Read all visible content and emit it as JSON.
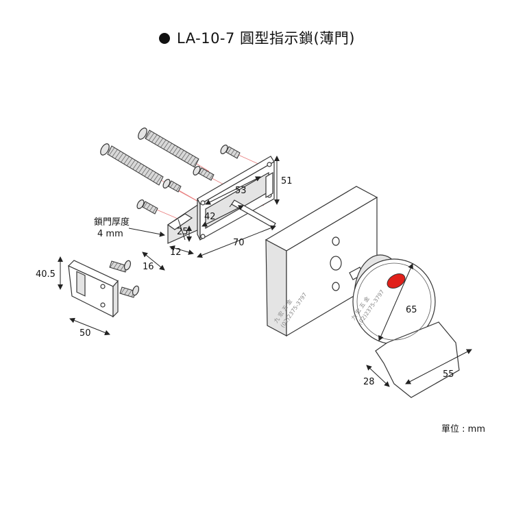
{
  "title": {
    "text": "LA-10-7 圓型指示鎖(薄門)"
  },
  "dimensions": {
    "d51": "51",
    "d53": "53",
    "d42": "42",
    "d25": "25",
    "d12": "12",
    "d70": "70",
    "d16": "16",
    "d40_5": "40.5",
    "d50": "50",
    "d65": "65",
    "d28": "28",
    "d55": "55"
  },
  "door_thickness": {
    "label": "鎖門厚度",
    "value": "4 mm"
  },
  "watermark": {
    "name": "九 宏 五 金",
    "phone": "(02)2375-3797"
  },
  "unit": "單位 : mm",
  "colors": {
    "indicator": "#e0201a",
    "guide": "#e87a7a"
  }
}
